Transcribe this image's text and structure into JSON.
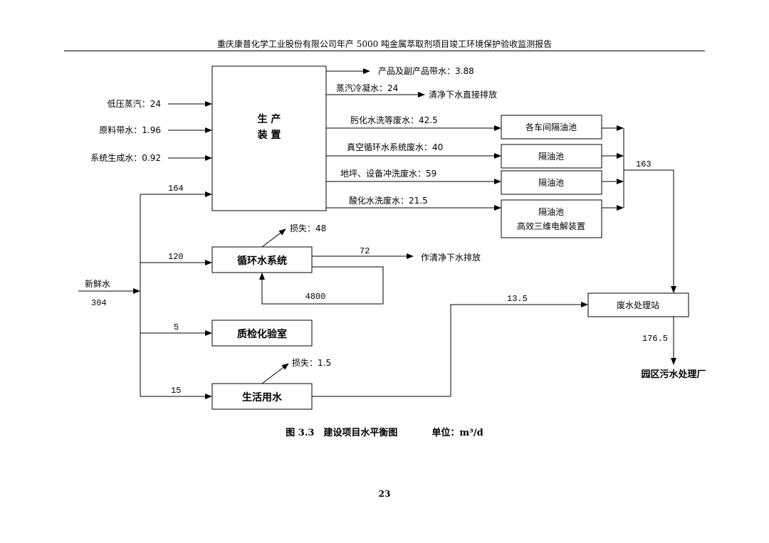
{
  "header": {
    "title": "重庆康普化学工业股份有限公司年产 5000 吨金属萃取剂项目竣工环境保护验收监测报告"
  },
  "nodes": {
    "production": "生 产\n装 置",
    "oil_trap_workshops": "各车间隔油池",
    "oil_trap_2": "隔油池",
    "oil_trap_3": "隔油池",
    "oil_trap_4": "隔油池\n高效三维电解装置",
    "circulating_water": "循环水系统",
    "qc_lab": "质检化验室",
    "domestic_water": "生活用水",
    "wastewater_station": "废水处理站",
    "park_plant": "园区污水处理厂"
  },
  "inputs": {
    "low_pressure_steam": "低压蒸汽：24",
    "raw_material_water": "原料带水：1.96",
    "system_generated_water": "系统生成水：0.92",
    "fresh_water_label": "新鲜水",
    "fresh_water_value": "304"
  },
  "flows": {
    "product_water": "产品及副产品带水：3.88",
    "steam_condensate": "蒸汽冷凝水：24",
    "clean_discharge": "清净下水直接排放",
    "oxime_wash": "肟化水洗等废水：42.5",
    "vacuum_loop": "真空循环水系统废水：40",
    "floor_wash": "地坪、设备冲洗废水：59",
    "acid_wash": "酸化水洗废水：21.5",
    "to_production": "164",
    "to_circulating": "120",
    "circ_loss": "损失：48",
    "circ_out": "72",
    "circ_discharge": "作清净下水排放",
    "circ_loop": "4800",
    "to_lab": "5",
    "to_domestic": "15",
    "domestic_loss": "损失：1.5",
    "domestic_out": "13.5",
    "combined": "163",
    "station_out": "176.5"
  },
  "caption": {
    "figure": "图 3.3　建设项目水平衡图",
    "unit": "单位：m³/d"
  },
  "page_number": "23"
}
